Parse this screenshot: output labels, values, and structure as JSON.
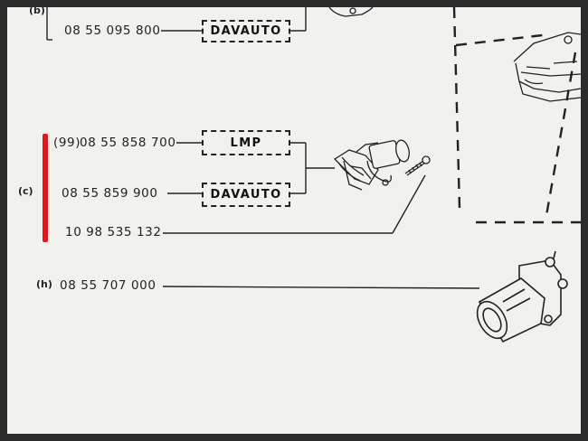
{
  "rows": [
    {
      "id": "b",
      "label": "(b)",
      "part": "08 55 095 800",
      "supplier": "DAVAUTO"
    },
    {
      "id": "c1",
      "prefix": "(99)",
      "part": "08 55 858 700",
      "supplier": "LMP"
    },
    {
      "id": "c2",
      "label": "(c)",
      "part": "08 55 859 900",
      "supplier": "DAVAUTO"
    },
    {
      "id": "c3",
      "part": "10 98 535 132"
    },
    {
      "id": "h",
      "label": "(h)",
      "part": "08 55 707 000"
    }
  ],
  "colors": {
    "paper": "#f1f1ee",
    "ink": "#222222",
    "marker": "#e2171b",
    "frame": "#2b2b2b"
  },
  "illustrations": [
    "car-front-icon",
    "lamp-socket-icon",
    "screw-icon",
    "lamp-holder-icon"
  ]
}
